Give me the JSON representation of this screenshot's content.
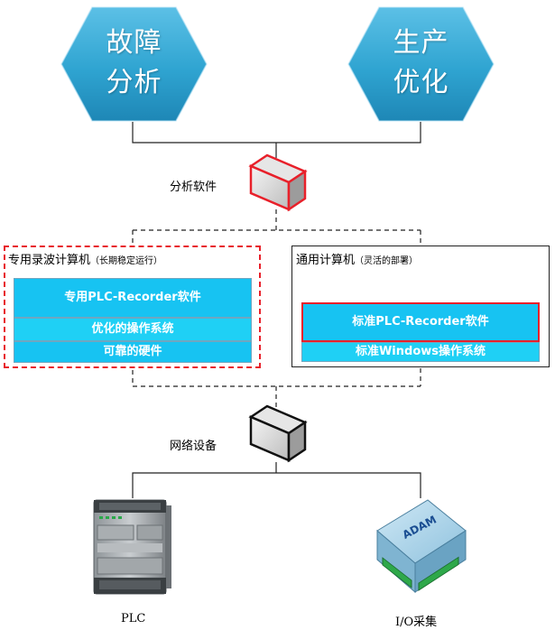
{
  "top_goals": [
    {
      "line1": "故障",
      "line2": "分析"
    },
    {
      "line1": "生产",
      "line2": "优化"
    }
  ],
  "analysis_software_label": "分析软件",
  "network_device_label": "网络设备",
  "dedicated_pc": {
    "title": "专用录波计算机",
    "subtitle": "（长期稳定运行）",
    "software": "专用PLC-Recorder软件",
    "os": "优化的操作系统",
    "hardware": "可靠的硬件"
  },
  "general_pc": {
    "title": "通用计算机",
    "subtitle": "（灵活的部署）",
    "software": "标准PLC-Recorder软件",
    "os": "标准Windows操作系统"
  },
  "devices": [
    {
      "caption": "PLC",
      "brand": ""
    },
    {
      "caption": "I/O采集",
      "brand": "ADAM"
    }
  ],
  "colors": {
    "hex_fill": "#39a8d3",
    "bar_cyan": "#17c3f2",
    "highlight_red": "#e8202a"
  }
}
